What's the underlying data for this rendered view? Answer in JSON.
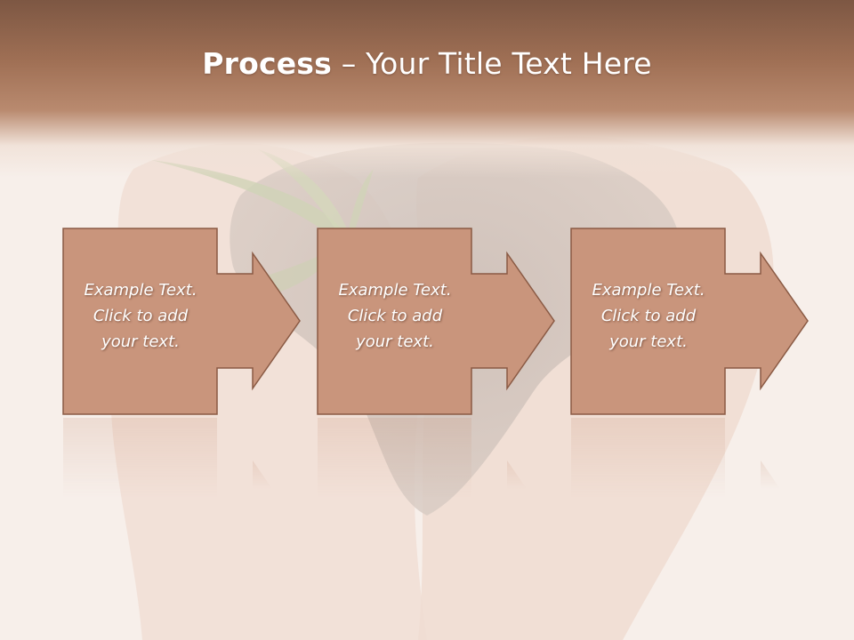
{
  "slide": {
    "title_bold": "Process",
    "title_separator": "–",
    "title_rest": "Your Title Text Here"
  },
  "steps": [
    {
      "line1": "Example Text.",
      "line2": "Click  to add",
      "line3": "your text."
    },
    {
      "line1": "Example Text.",
      "line2": "Click  to add",
      "line3": "your text."
    },
    {
      "line1": "Example Text.",
      "line2": "Click  to add",
      "line3": "your text."
    }
  ],
  "colors": {
    "header_dark": "#7d5743",
    "header_mid": "#b98a6f",
    "box_fill": "#c9957c",
    "box_stroke": "#8a5a44",
    "background": "#f7efea"
  }
}
